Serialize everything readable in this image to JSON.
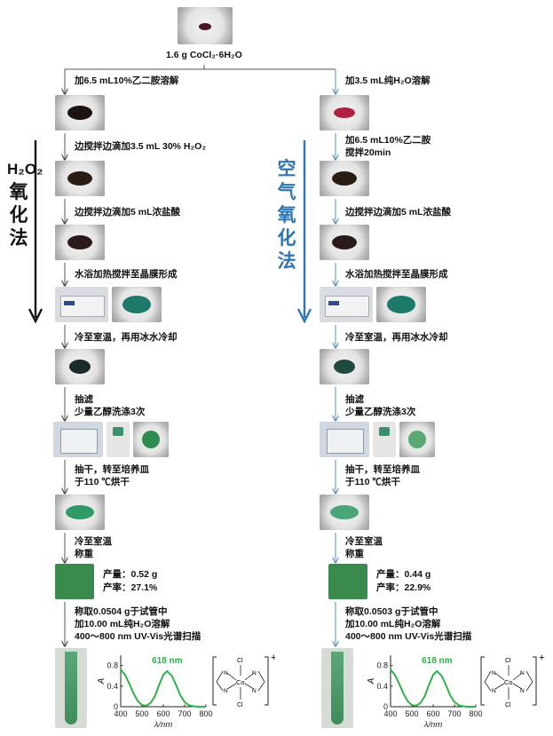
{
  "colors": {
    "left_accent": "#111111",
    "right_accent": "#2e75b6",
    "curve": "#2db34a",
    "product_green": "#2f8a4f"
  },
  "top": {
    "label": "1.6 g CoCl₂·6H₂O"
  },
  "left": {
    "title_chars": [
      "H₂O₂",
      "氧",
      "化",
      "法"
    ],
    "s1": "加6.5 mL10%乙二胺溶解",
    "s2": "边搅拌边滴加3.5 mL 30% H₂O₂",
    "s3": "边搅拌边滴加5 mL浓盐酸",
    "s4": "水浴加热搅拌至晶膜形成",
    "s5": "冷至室温，再用冰水冷却",
    "s6a": "抽滤",
    "s6b": "少量乙醇洗涤3次",
    "s7a": "抽干，转至培养皿",
    "s7b": "于110 ℃烘干",
    "s8a": "冷至室温",
    "s8b": "称重",
    "yield": "产量：0.52 g",
    "rate": "产率：27.1%",
    "s9a": "称取0.0504 g于试管中",
    "s9b": "加10.00 mL纯H₂O溶解",
    "s9c": "400～800 nm UV-Vis光谱扫描"
  },
  "right": {
    "title_chars": [
      "空",
      "气",
      "氧",
      "化",
      "法"
    ],
    "s1": "加3.5 mL纯H₂O溶解",
    "s2a": "加6.5 mL10%乙二胺",
    "s2b": "搅拌20min",
    "s3": "边搅拌边滴加5 mL浓盐酸",
    "s4": "水浴加热搅拌至晶膜形成",
    "s5": "冷至室温，再用冰水冷却",
    "s6a": "抽滤",
    "s6b": "少量乙醇洗涤3次",
    "s7a": "抽干，转至培养皿",
    "s7b": "于110 ℃烘干",
    "s8a": "冷至室温",
    "s8b": "称重",
    "yield": "产量：0.44 g",
    "rate": "产率：22.9%",
    "s9a": "称取0.0503 g于试管中",
    "s9b": "加10.00 mL纯H₂O溶解",
    "s9c": "400～800 nm UV-Vis光谱扫描"
  },
  "chart_data": [
    {
      "type": "line",
      "peak_label": "618 nm",
      "ylabel": "A",
      "xlabel": "λ/nm",
      "xlim": [
        400,
        800
      ],
      "ylim": [
        0,
        1
      ],
      "xticks": [
        "400",
        "500",
        "600",
        "700",
        "800"
      ],
      "yticks": [
        "0",
        "0.4",
        "0.8"
      ],
      "x": [
        400,
        420,
        440,
        460,
        480,
        500,
        520,
        540,
        560,
        580,
        600,
        618,
        640,
        660,
        680,
        700,
        720,
        740,
        760,
        780,
        800
      ],
      "y": [
        0.72,
        0.62,
        0.45,
        0.26,
        0.11,
        0.03,
        0.02,
        0.07,
        0.2,
        0.42,
        0.62,
        0.69,
        0.6,
        0.42,
        0.22,
        0.09,
        0.03,
        0.01,
        0.0,
        0.0,
        0.0
      ]
    },
    {
      "type": "line",
      "peak_label": "618 nm",
      "ylabel": "A",
      "xlabel": "λ/nm",
      "xlim": [
        400,
        800
      ],
      "ylim": [
        0,
        1
      ],
      "xticks": [
        "400",
        "500",
        "600",
        "700",
        "800"
      ],
      "yticks": [
        "0",
        "0.4",
        "0.8"
      ],
      "x": [
        400,
        420,
        440,
        460,
        480,
        500,
        520,
        540,
        560,
        580,
        600,
        618,
        640,
        660,
        680,
        700,
        720,
        740,
        760,
        780,
        800
      ],
      "y": [
        0.72,
        0.62,
        0.45,
        0.26,
        0.11,
        0.03,
        0.02,
        0.07,
        0.2,
        0.42,
        0.62,
        0.69,
        0.6,
        0.42,
        0.22,
        0.09,
        0.03,
        0.01,
        0.0,
        0.0,
        0.0
      ]
    }
  ],
  "structure": {
    "cl": "Cl",
    "co": "Co",
    "n": "N",
    "charge": "+"
  }
}
